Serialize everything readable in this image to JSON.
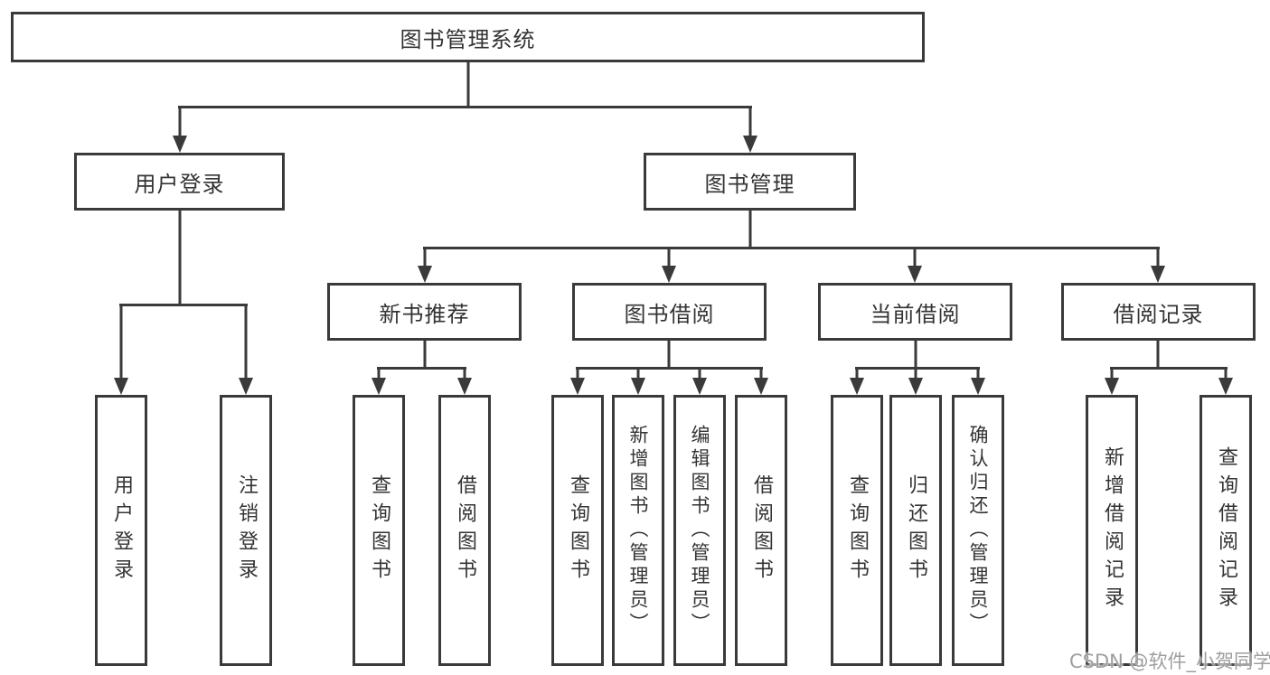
{
  "tree": {
    "root": {
      "label": "图书管理系统"
    },
    "branches": [
      {
        "label": "用户登录",
        "children": [
          {
            "label": "用户登录"
          },
          {
            "label": "注销登录"
          }
        ]
      },
      {
        "label": "图书管理",
        "children": [
          {
            "label": "新书推荐",
            "children": [
              {
                "label": "查询图书"
              },
              {
                "label": "借阅图书"
              }
            ]
          },
          {
            "label": "图书借阅",
            "children": [
              {
                "label": "查询图书"
              },
              {
                "label": "新增图书（管理员）"
              },
              {
                "label": "编辑图书（管理员）"
              },
              {
                "label": "借阅图书"
              }
            ]
          },
          {
            "label": "当前借阅",
            "children": [
              {
                "label": "查询图书"
              },
              {
                "label": "归还图书"
              },
              {
                "label": "确认归还（管理员）"
              }
            ]
          },
          {
            "label": "借阅记录",
            "children": [
              {
                "label": "新增借阅记录"
              },
              {
                "label": "查询借阅记录"
              }
            ]
          }
        ]
      }
    ]
  },
  "watermark": {
    "text": "CSDN @软件_小贺同学"
  },
  "colors": {
    "line": "#3a3a3a",
    "box_border": "#3a3a3a",
    "box_fill": "#ffffff",
    "text": "#333333",
    "watermark": "#9e9e9e",
    "background": "#ffffff"
  }
}
